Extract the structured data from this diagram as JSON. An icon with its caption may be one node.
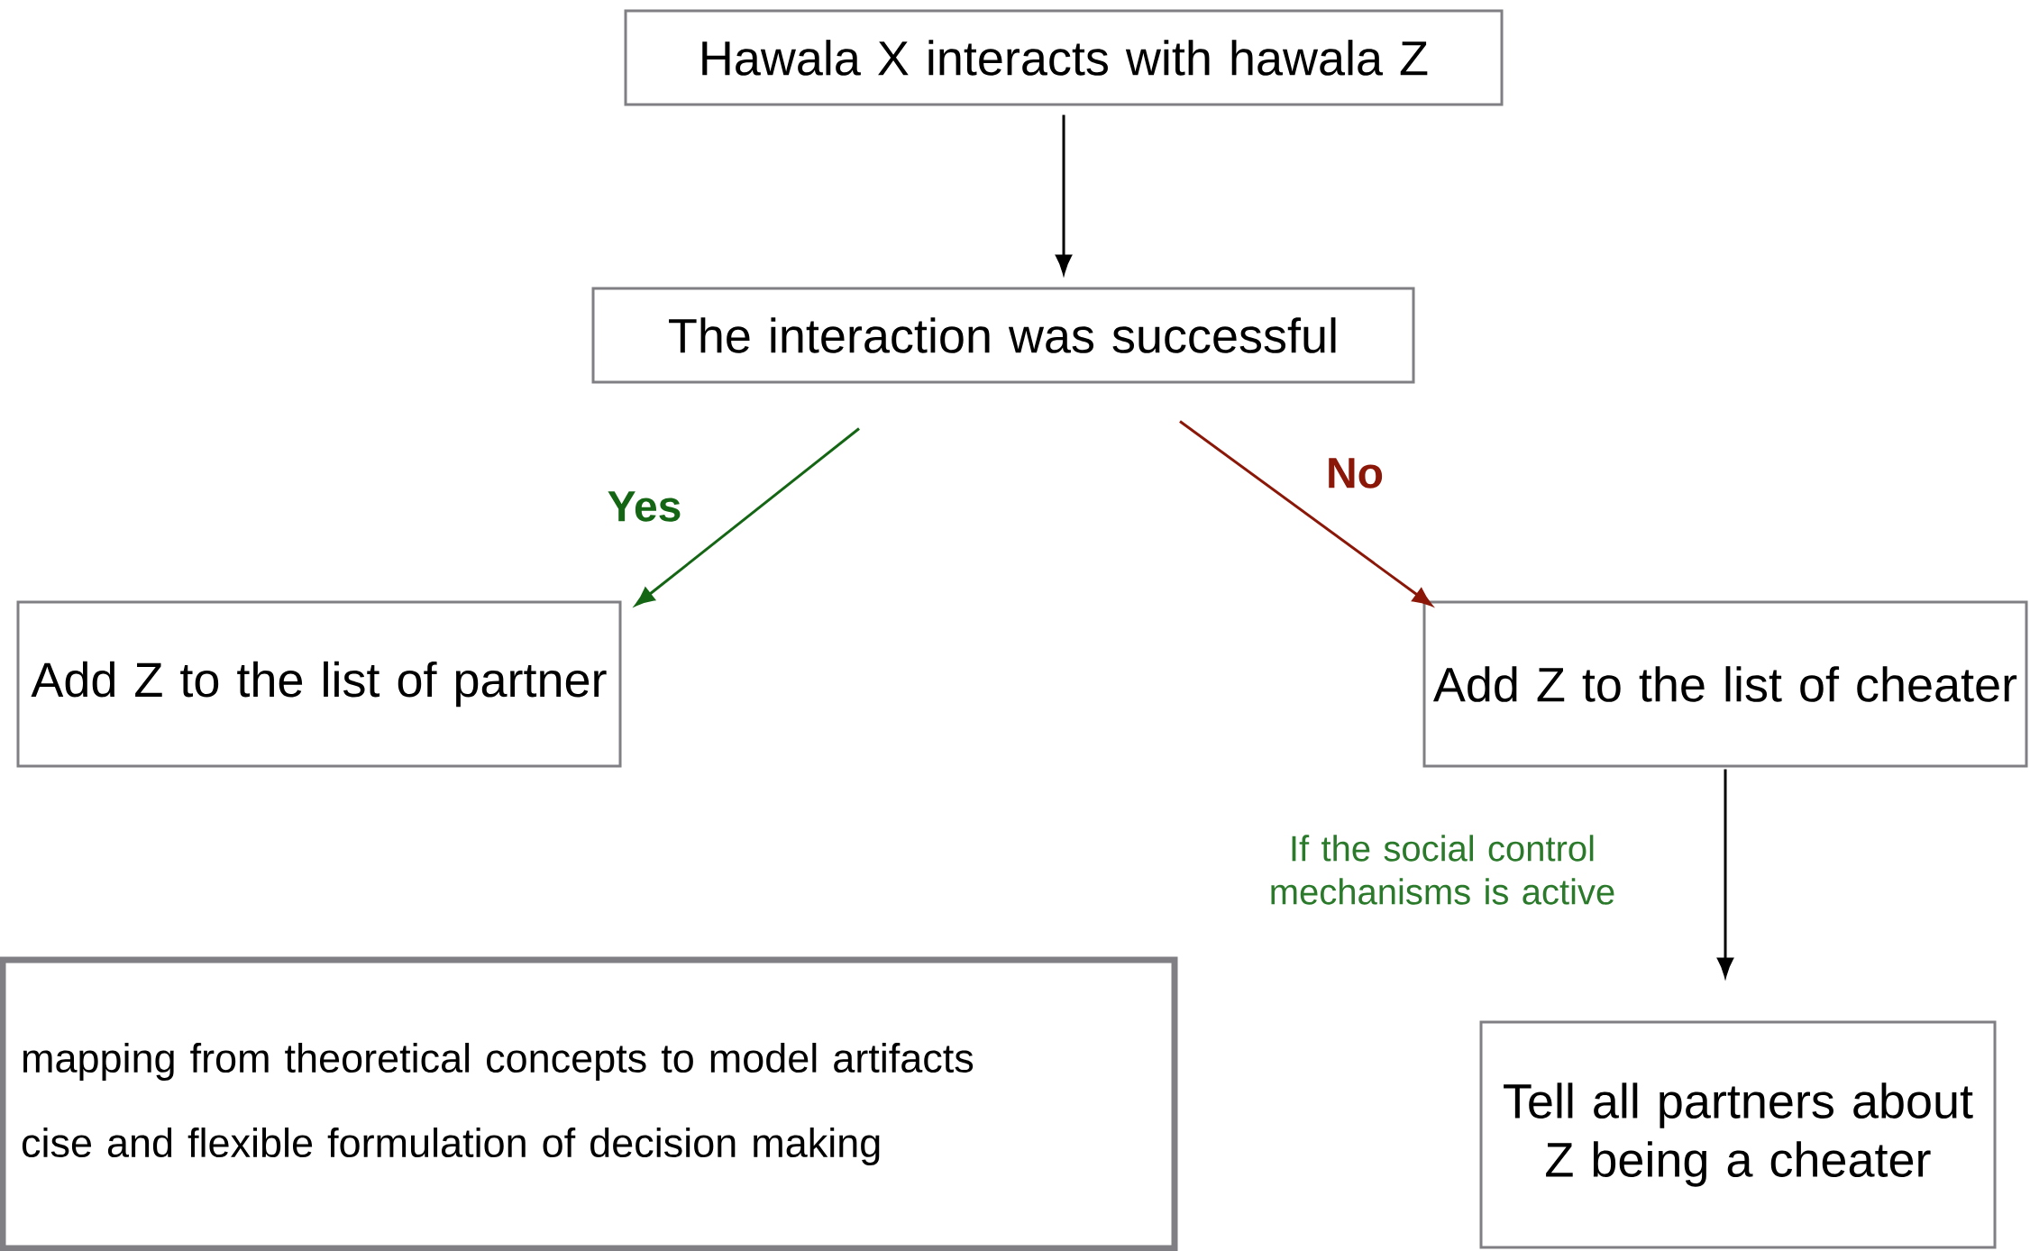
{
  "diagram": {
    "nodes": [
      {
        "text": [
          "Hawala X interacts with hawala Z"
        ]
      },
      {
        "text": [
          "The interaction was successful"
        ]
      },
      {
        "text": [
          "Add Z to the list of partner"
        ]
      },
      {
        "text": [
          "Add Z to the list of cheater"
        ]
      },
      {
        "text": [
          "Tell all partners about Z being a cheater"
        ]
      },
      {
        "text": [
          "mapping from theoretical concepts to model artifacts",
          "cise and flexible formulation of decision making"
        ]
      }
    ],
    "edges": [
      {
        "from": 0,
        "to": 1,
        "arrow": "to"
      },
      {
        "from": 1,
        "to": 2,
        "arrow": "to",
        "label": "Yes",
        "color": "#146614"
      },
      {
        "from": 1,
        "to": 3,
        "arrow": "to",
        "label": "No",
        "color": "#8b1708"
      },
      {
        "from": 3,
        "to": 4,
        "arrow": "to",
        "label": "If the social control mechanisms is active"
      }
    ]
  }
}
